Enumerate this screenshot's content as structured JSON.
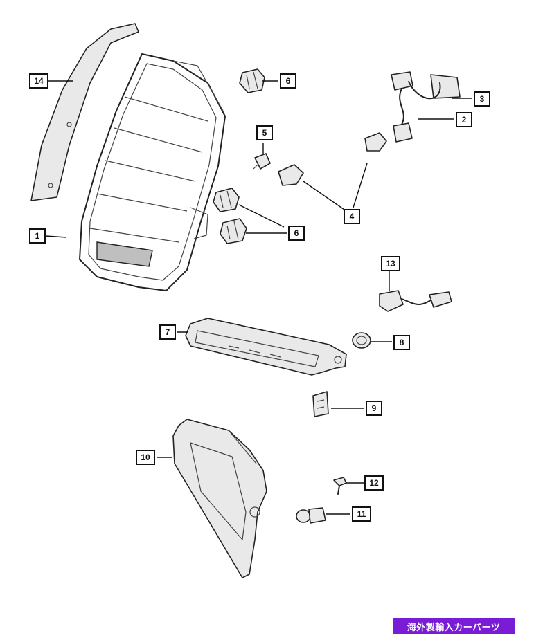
{
  "callouts": {
    "c1": "1",
    "c2": "2",
    "c3": "3",
    "c4": "4",
    "c5": "5",
    "c6a": "6",
    "c6b": "6",
    "c7": "7",
    "c8": "8",
    "c9": "9",
    "c10": "10",
    "c11": "11",
    "c12": "12",
    "c13": "13",
    "c14": "14"
  },
  "watermark": "海外製輸入カーパーツ",
  "colors": {
    "line": "#222222",
    "watermark_bg": "#7a1bd6",
    "watermark_text": "#ffffff"
  }
}
